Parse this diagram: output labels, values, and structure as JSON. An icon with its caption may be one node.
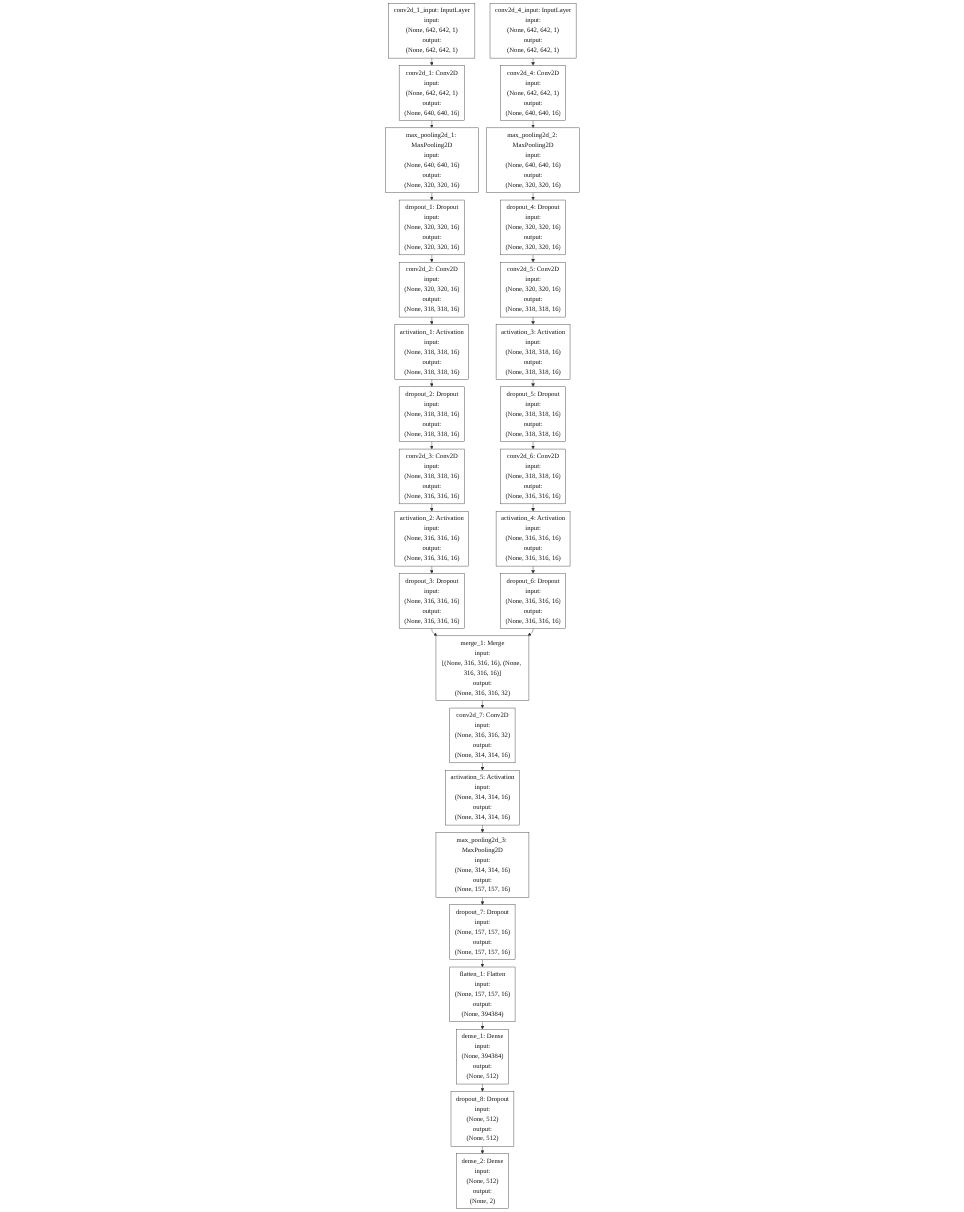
{
  "diagram": {
    "nodes": [
      {
        "text": [
          "conv2d_1_input: InputLayer",
          "input:",
          "(None, 642, 642, 1)",
          "output:",
          "(None, 642, 642, 1)"
        ]
      },
      {
        "text": [
          "conv2d_4_input: InputLayer",
          "input:",
          "(None, 642, 642, 1)",
          "output:",
          "(None, 642, 642, 1)"
        ]
      },
      {
        "text": [
          "conv2d_1: Conv2D",
          "input:",
          "(None, 642, 642, 1)",
          "output:",
          "(None, 640, 640, 16)"
        ]
      },
      {
        "text": [
          "conv2d_4: Conv2D",
          "input:",
          "(None, 642, 642, 1)",
          "output:",
          "(None, 640, 640, 16)"
        ]
      },
      {
        "text": [
          "max_pooling2d_1: MaxPooling2D",
          "input:",
          "(None, 640, 640, 16)",
          "output:",
          "(None, 320, 320, 16)"
        ]
      },
      {
        "text": [
          "max_pooling2d_2: MaxPooling2D",
          "input:",
          "(None, 640, 640, 16)",
          "output:",
          "(None, 320, 320, 16)"
        ]
      },
      {
        "text": [
          "dropout_1: Dropout",
          "input:",
          "(None, 320, 320, 16)",
          "output:",
          "(None, 320, 320, 16)"
        ]
      },
      {
        "text": [
          "dropout_4: Dropout",
          "input:",
          "(None, 320, 320, 16)",
          "output:",
          "(None, 320, 320, 16)"
        ]
      },
      {
        "text": [
          "conv2d_2: Conv2D",
          "input:",
          "(None, 320, 320, 16)",
          "output:",
          "(None, 318, 318, 16)"
        ]
      },
      {
        "text": [
          "conv2d_5: Conv2D",
          "input:",
          "(None, 320, 320, 16)",
          "output:",
          "(None, 318, 318, 16)"
        ]
      },
      {
        "text": [
          "activation_1: Activation",
          "input:",
          "(None, 318, 318, 16)",
          "output:",
          "(None, 318, 318, 16)"
        ]
      },
      {
        "text": [
          "activation_3: Activation",
          "input:",
          "(None, 318, 318, 16)",
          "output:",
          "(None, 318, 318, 16)"
        ]
      },
      {
        "text": [
          "dropout_2: Dropout",
          "input:",
          "(None, 318, 318, 16)",
          "output:",
          "(None, 318, 318, 16)"
        ]
      },
      {
        "text": [
          "dropout_5: Dropout",
          "input:",
          "(None, 318, 318, 16)",
          "output:",
          "(None, 318, 318, 16)"
        ]
      },
      {
        "text": [
          "conv2d_3: Conv2D",
          "input:",
          "(None, 318, 318, 16)",
          "output:",
          "(None, 316, 316, 16)"
        ]
      },
      {
        "text": [
          "conv2d_6: Conv2D",
          "input:",
          "(None, 318, 318, 16)",
          "output:",
          "(None, 316, 316, 16)"
        ]
      },
      {
        "text": [
          "activation_2: Activation",
          "input:",
          "(None, 316, 316, 16)",
          "output:",
          "(None, 316, 316, 16)"
        ]
      },
      {
        "text": [
          "activation_4: Activation",
          "input:",
          "(None, 316, 316, 16)",
          "output:",
          "(None, 316, 316, 16)"
        ]
      },
      {
        "text": [
          "dropout_3: Dropout",
          "input:",
          "(None, 316, 316, 16)",
          "output:",
          "(None, 316, 316, 16)"
        ]
      },
      {
        "text": [
          "dropout_6: Dropout",
          "input:",
          "(None, 316, 316, 16)",
          "output:",
          "(None, 316, 316, 16)"
        ]
      },
      {
        "text": [
          "merge_1: Merge",
          "input:",
          "[(None, 316, 316, 16), (None, 316, 316, 16)]",
          "output:",
          "(None, 316, 316, 32)"
        ]
      },
      {
        "text": [
          "conv2d_7: Conv2D",
          "input:",
          "(None, 316, 316, 32)",
          "output:",
          "(None, 314, 314, 16)"
        ]
      },
      {
        "text": [
          "activation_5: Activation",
          "input:",
          "(None, 314, 314, 16)",
          "output:",
          "(None, 314, 314, 16)"
        ]
      },
      {
        "text": [
          "max_pooling2d_3: MaxPooling2D",
          "input:",
          "(None, 314, 314, 16)",
          "output:",
          "(None, 157, 157, 16)"
        ]
      },
      {
        "text": [
          "dropout_7: Dropout",
          "input:",
          "(None, 157, 157, 16)",
          "output:",
          "(None, 157, 157, 16)"
        ]
      },
      {
        "text": [
          "flatten_1: Flatten",
          "input:",
          "(None, 157, 157, 16)",
          "output:",
          "(None, 394384)"
        ]
      },
      {
        "text": [
          "dense_1: Dense",
          "input:",
          "(None, 394384)",
          "output:",
          "(None, 512)"
        ]
      },
      {
        "text": [
          "dropout_8: Dropout",
          "input:",
          "(None, 512)",
          "output:",
          "(None, 512)"
        ]
      },
      {
        "text": [
          "dense_2: Dense",
          "input:",
          "(None, 512)",
          "output:",
          "(None, 2)"
        ]
      }
    ],
    "edges": [
      {
        "from": 0,
        "to": 2,
        "arrow": "to"
      },
      {
        "from": 2,
        "to": 4,
        "arrow": "to"
      },
      {
        "from": 4,
        "to": 6,
        "arrow": "to"
      },
      {
        "from": 6,
        "to": 8,
        "arrow": "to"
      },
      {
        "from": 8,
        "to": 10,
        "arrow": "to"
      },
      {
        "from": 10,
        "to": 12,
        "arrow": "to"
      },
      {
        "from": 12,
        "to": 14,
        "arrow": "to"
      },
      {
        "from": 14,
        "to": 16,
        "arrow": "to"
      },
      {
        "from": 16,
        "to": 18,
        "arrow": "to"
      },
      {
        "from": 1,
        "to": 3,
        "arrow": "to"
      },
      {
        "from": 3,
        "to": 5,
        "arrow": "to"
      },
      {
        "from": 5,
        "to": 7,
        "arrow": "to"
      },
      {
        "from": 7,
        "to": 9,
        "arrow": "to"
      },
      {
        "from": 9,
        "to": 11,
        "arrow": "to"
      },
      {
        "from": 11,
        "to": 13,
        "arrow": "to"
      },
      {
        "from": 13,
        "to": 15,
        "arrow": "to"
      },
      {
        "from": 15,
        "to": 17,
        "arrow": "to"
      },
      {
        "from": 17,
        "to": 19,
        "arrow": "to"
      },
      {
        "from": 18,
        "to": 20,
        "arrow": "to"
      },
      {
        "from": 19,
        "to": 20,
        "arrow": "to"
      },
      {
        "from": 20,
        "to": 21,
        "arrow": "to"
      },
      {
        "from": 21,
        "to": 22,
        "arrow": "to"
      },
      {
        "from": 22,
        "to": 23,
        "arrow": "to"
      },
      {
        "from": 23,
        "to": 24,
        "arrow": "to"
      },
      {
        "from": 24,
        "to": 25,
        "arrow": "to"
      },
      {
        "from": 25,
        "to": 26,
        "arrow": "to"
      },
      {
        "from": 26,
        "to": 27,
        "arrow": "to"
      },
      {
        "from": 27,
        "to": 28,
        "arrow": "to"
      }
    ]
  }
}
